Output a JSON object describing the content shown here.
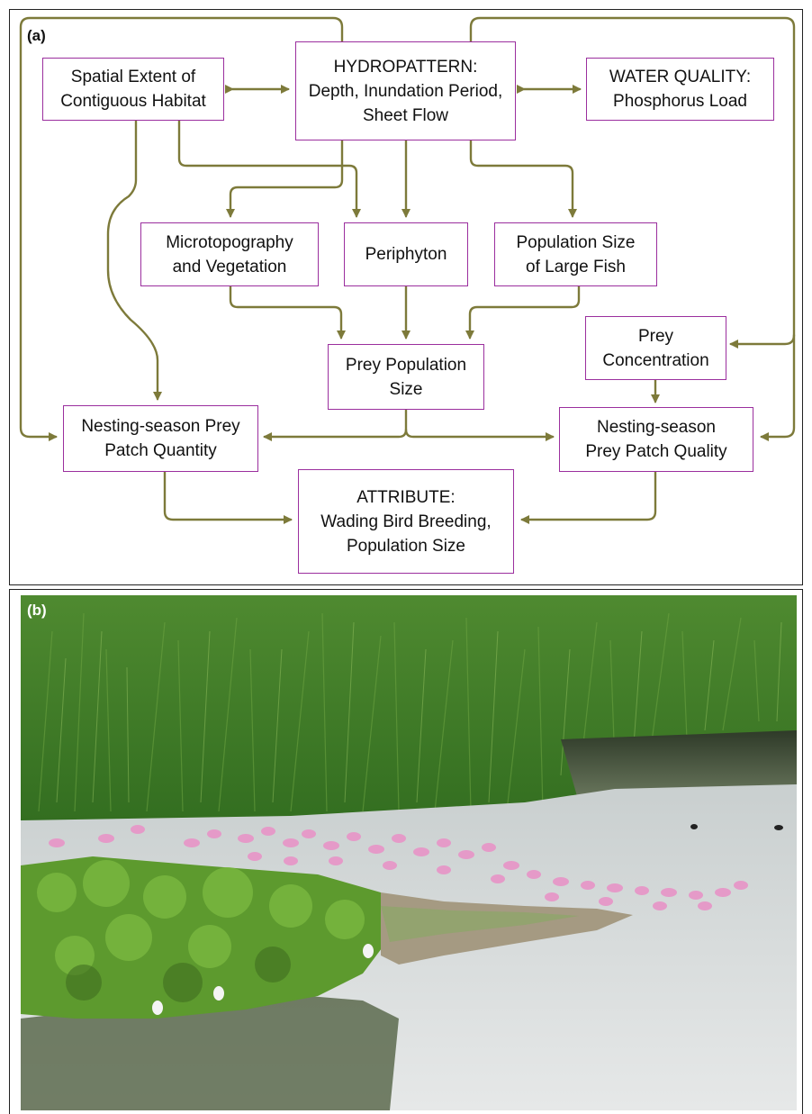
{
  "panel_a": {
    "label": "(a)",
    "nodes": {
      "spatial_extent": "Spatial Extent of\nContiguous Habitat",
      "hydropattern": "HYDROPATTERN:\nDepth, Inundation Period,\nSheet Flow",
      "water_quality": "WATER QUALITY:\nPhosphorus Load",
      "microtopography": "Microtopography\nand Vegetation",
      "periphyton": "Periphyton",
      "large_fish": "Population Size\nof Large Fish",
      "prey_concentration": "Prey\nConcentration",
      "prey_population": "Prey Population\nSize",
      "patch_quantity": "Nesting-season Prey\nPatch Quantity",
      "patch_quality": "Nesting-season\nPrey Patch Quality",
      "attribute": "ATTRIBUTE:\nWading Bird Breeding,\nPopulation Size"
    }
  },
  "panel_b": {
    "label": "(b)"
  },
  "colors": {
    "arrow": "#7d7a3a",
    "node_border": "#9b2f9e"
  }
}
